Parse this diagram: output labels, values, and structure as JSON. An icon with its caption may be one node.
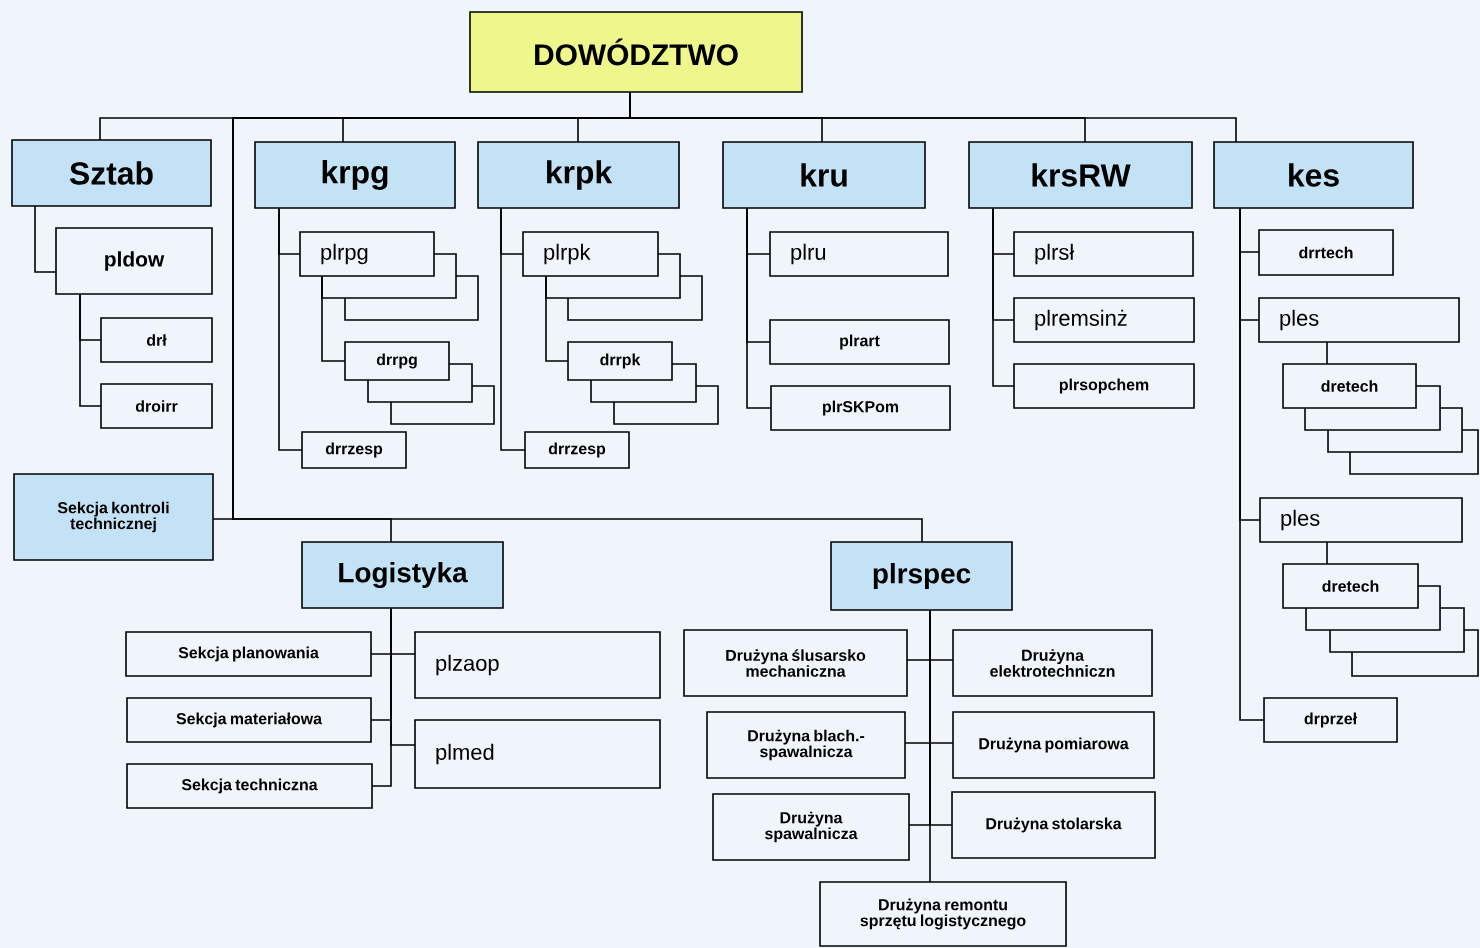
{
  "diagram": {
    "nodes": [
      {
        "text": [
          "DOWÓDZTWO"
        ]
      },
      {
        "text": [
          "Sztab"
        ]
      },
      {
        "text": [
          "pldow"
        ]
      },
      {
        "text": [
          "drł"
        ]
      },
      {
        "text": [
          "droirr"
        ]
      },
      {
        "text": [
          "krpg"
        ]
      },
      {
        "text": [
          "plrpg"
        ]
      },
      {
        "text": [],
        "shape": "box"
      },
      {
        "text": [],
        "shape": "box"
      },
      {
        "text": [
          "drrpg"
        ]
      },
      {
        "text": [],
        "shape": "box"
      },
      {
        "text": [],
        "shape": "box"
      },
      {
        "text": [
          "drrzesp"
        ]
      },
      {
        "text": [
          "krpk"
        ]
      },
      {
        "text": [
          "plrpk"
        ]
      },
      {
        "text": [],
        "shape": "box"
      },
      {
        "text": [],
        "shape": "box"
      },
      {
        "text": [
          "drrpk"
        ]
      },
      {
        "text": [],
        "shape": "box"
      },
      {
        "text": [],
        "shape": "box"
      },
      {
        "text": [
          "drrzesp"
        ]
      },
      {
        "text": [
          "kru"
        ]
      },
      {
        "text": [
          "plru"
        ]
      },
      {
        "text": [
          "plrart"
        ]
      },
      {
        "text": [
          "plrSKPom"
        ]
      },
      {
        "text": [
          "krsRW"
        ]
      },
      {
        "text": [
          "plrsł"
        ]
      },
      {
        "text": [
          "plremsinż"
        ]
      },
      {
        "text": [
          "plrsopchem"
        ]
      },
      {
        "text": [
          "kes"
        ]
      },
      {
        "text": [
          "drrtech"
        ]
      },
      {
        "text": [
          "ples"
        ]
      },
      {
        "text": [
          "dretech"
        ]
      },
      {
        "text": [],
        "shape": "box"
      },
      {
        "text": [],
        "shape": "box"
      },
      {
        "text": [],
        "shape": "box"
      },
      {
        "text": [
          "ples"
        ]
      },
      {
        "text": [
          "dretech"
        ]
      },
      {
        "text": [],
        "shape": "box"
      },
      {
        "text": [],
        "shape": "box"
      },
      {
        "text": [],
        "shape": "box"
      },
      {
        "text": [
          "drprzeł"
        ]
      },
      {
        "text": [
          "Sekcja kontroli technicznej"
        ]
      },
      {
        "text": [
          "Logistyka"
        ]
      },
      {
        "text": [
          "plrspec"
        ]
      },
      {
        "text": [
          "Sekcja planowania"
        ]
      },
      {
        "text": [
          "plzaop"
        ]
      },
      {
        "text": [
          "Sekcja materiałowa"
        ]
      },
      {
        "text": [
          "plmed"
        ]
      },
      {
        "text": [
          "Sekcja techniczna"
        ]
      },
      {
        "text": [
          "Drużyna ślusarsko mechaniczna"
        ]
      },
      {
        "text": [
          "Drużyna elektrotechniczn"
        ]
      },
      {
        "text": [
          "Drużyna blach.- spawalnicza"
        ]
      },
      {
        "text": [
          "Drużyna pomiarowa"
        ]
      },
      {
        "text": [
          "Drużyna spawalnicza"
        ]
      },
      {
        "text": [
          "Drużyna stolarska"
        ]
      },
      {
        "text": [
          "Drużyna remontu sprzętu logistycznego"
        ]
      }
    ],
    "edges": [
      {
        "from": 0,
        "to": 1,
        "arrow": "none"
      },
      {
        "from": 0,
        "to": 5,
        "arrow": "none"
      },
      {
        "from": 0,
        "to": 13,
        "arrow": "none"
      },
      {
        "from": 0,
        "to": 21,
        "arrow": "none"
      },
      {
        "from": 0,
        "to": 25,
        "arrow": "none"
      },
      {
        "from": 0,
        "to": 29,
        "arrow": "none"
      },
      {
        "from": 0,
        "to": 42,
        "arrow": "none"
      },
      {
        "from": 0,
        "to": 43,
        "arrow": "none"
      },
      {
        "from": 0,
        "to": 44,
        "arrow": "none"
      },
      {
        "from": 1,
        "to": 2,
        "arrow": "none"
      },
      {
        "from": 2,
        "to": 3,
        "arrow": "none"
      },
      {
        "from": 2,
        "to": 4,
        "arrow": "none"
      },
      {
        "from": 5,
        "to": 6,
        "arrow": "none"
      },
      {
        "from": 5,
        "to": 12,
        "arrow": "none"
      },
      {
        "from": 6,
        "to": 9,
        "arrow": "none"
      },
      {
        "from": 13,
        "to": 14,
        "arrow": "none"
      },
      {
        "from": 13,
        "to": 20,
        "arrow": "none"
      },
      {
        "from": 14,
        "to": 17,
        "arrow": "none"
      },
      {
        "from": 21,
        "to": 22,
        "arrow": "none"
      },
      {
        "from": 21,
        "to": 23,
        "arrow": "none"
      },
      {
        "from": 21,
        "to": 24,
        "arrow": "none"
      },
      {
        "from": 25,
        "to": 26,
        "arrow": "none"
      },
      {
        "from": 25,
        "to": 27,
        "arrow": "none"
      },
      {
        "from": 25,
        "to": 28,
        "arrow": "none"
      },
      {
        "from": 29,
        "to": 30,
        "arrow": "none"
      },
      {
        "from": 29,
        "to": 31,
        "arrow": "none"
      },
      {
        "from": 29,
        "to": 36,
        "arrow": "none"
      },
      {
        "from": 29,
        "to": 41,
        "arrow": "none"
      },
      {
        "from": 31,
        "to": 32,
        "arrow": "none"
      },
      {
        "from": 36,
        "to": 37,
        "arrow": "none"
      },
      {
        "from": 43,
        "to": 45,
        "arrow": "none"
      },
      {
        "from": 43,
        "to": 46,
        "arrow": "none"
      },
      {
        "from": 43,
        "to": 47,
        "arrow": "none"
      },
      {
        "from": 43,
        "to": 48,
        "arrow": "none"
      },
      {
        "from": 43,
        "to": 49,
        "arrow": "none"
      },
      {
        "from": 44,
        "to": 50,
        "arrow": "none"
      },
      {
        "from": 44,
        "to": 51,
        "arrow": "none"
      },
      {
        "from": 44,
        "to": 52,
        "arrow": "none"
      },
      {
        "from": 44,
        "to": 53,
        "arrow": "none"
      },
      {
        "from": 44,
        "to": 54,
        "arrow": "none"
      },
      {
        "from": 44,
        "to": 55,
        "arrow": "none"
      },
      {
        "from": 44,
        "to": 56,
        "arrow": "none"
      }
    ]
  }
}
